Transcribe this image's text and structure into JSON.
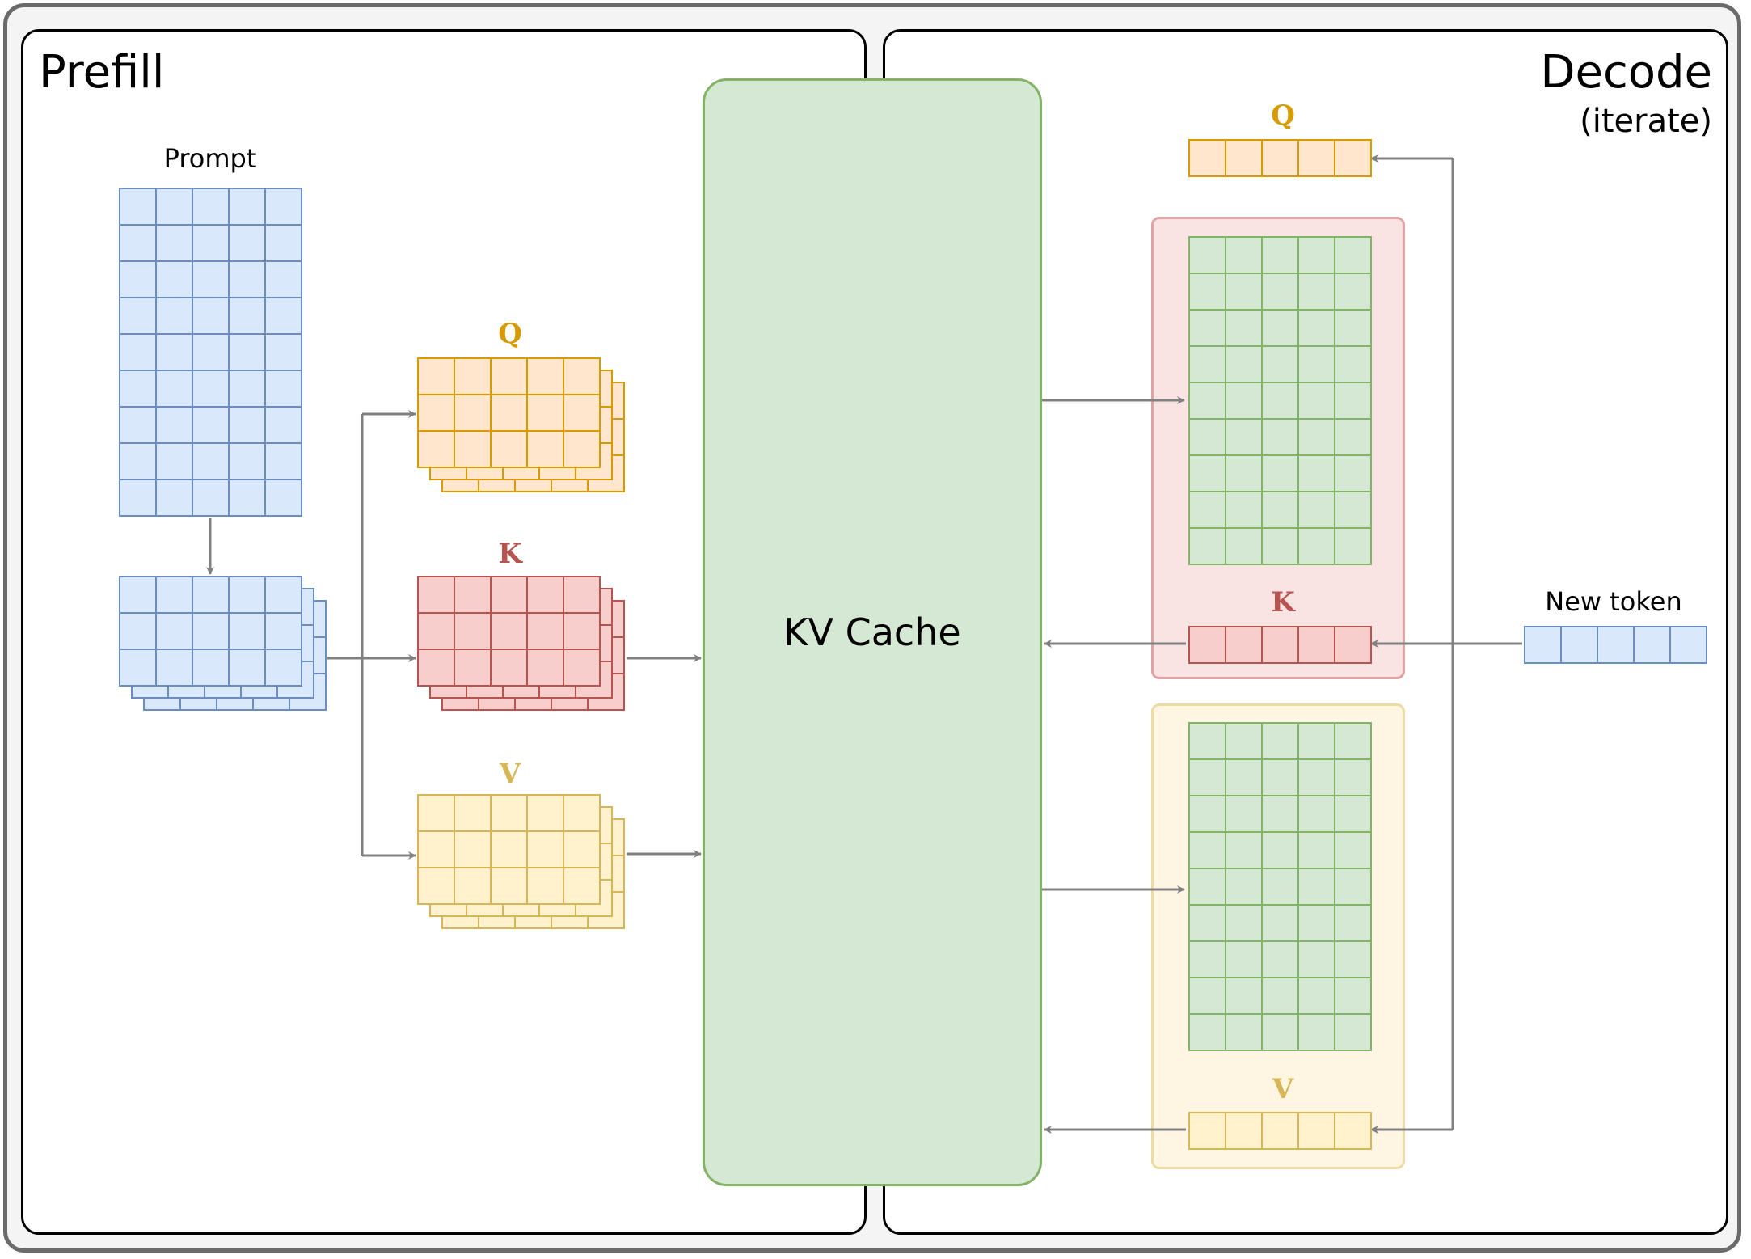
{
  "prefill": {
    "title": "Prefill",
    "prompt_label": "Prompt",
    "q_label": "Q",
    "k_label": "K",
    "v_label": "V"
  },
  "kv_cache": {
    "label": "KV Cache"
  },
  "decode": {
    "title": "Decode",
    "subtitle": "(iterate)",
    "q_label": "Q",
    "k_label": "K",
    "v_label": "V",
    "new_token_label": "New token"
  },
  "colors": {
    "blue_fill": "#dae8fc",
    "blue_stroke": "#6c8ebf",
    "orange_fill": "#ffe6cc",
    "orange_stroke": "#d79b00",
    "red_fill": "#f8cecc",
    "red_stroke": "#b85450",
    "yellow_fill": "#fff2cc",
    "yellow_stroke": "#d6b656",
    "green_fill": "#d5e8d4",
    "green_stroke": "#82b366",
    "arrow": "#808080"
  },
  "grids": {
    "prompt": {
      "cols": 5,
      "rows": 9
    },
    "prefill_embed": {
      "cols": 5,
      "rows": 3,
      "stack": 3
    },
    "prefill_q": {
      "cols": 5,
      "rows": 3,
      "stack": 3
    },
    "prefill_k": {
      "cols": 5,
      "rows": 3,
      "stack": 3
    },
    "prefill_v": {
      "cols": 5,
      "rows": 3,
      "stack": 3
    },
    "decode_q": {
      "cols": 5,
      "rows": 1
    },
    "decode_k_cache": {
      "cols": 5,
      "rows": 9
    },
    "decode_k": {
      "cols": 5,
      "rows": 1
    },
    "decode_v_cache": {
      "cols": 5,
      "rows": 9
    },
    "decode_v": {
      "cols": 5,
      "rows": 1
    },
    "new_token": {
      "cols": 5,
      "rows": 1
    }
  }
}
